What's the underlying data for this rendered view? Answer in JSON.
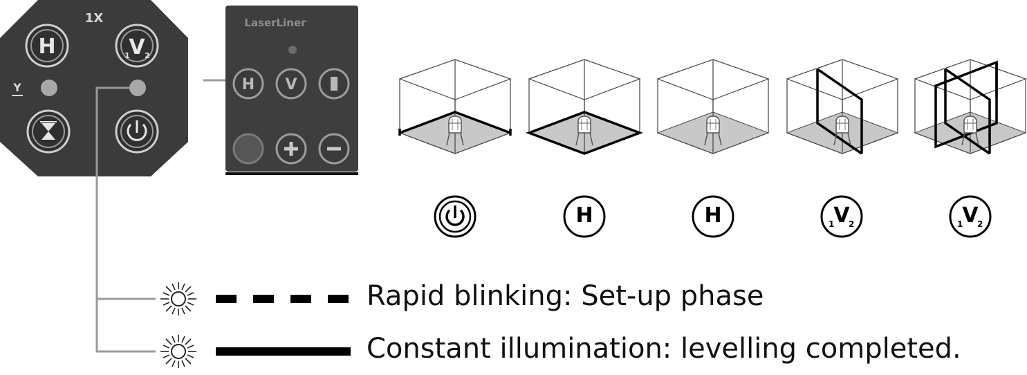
{
  "control_panel": {
    "top_label": "1X",
    "side_label": "Y",
    "buttons": [
      "H",
      "V",
      "1",
      "2"
    ]
  },
  "remote": {
    "brand": "LaserLiner"
  },
  "modes": [
    {
      "icon": "power-icon",
      "symbol": ""
    },
    {
      "icon": "h-button-icon",
      "symbol": "H"
    },
    {
      "icon": "h-button-icon",
      "symbol": "H"
    },
    {
      "icon": "v-button-icon",
      "symbol": "V",
      "sub_left": "1",
      "sub_right": "2"
    },
    {
      "icon": "v-button-icon",
      "symbol": "V",
      "sub_left": "1",
      "sub_right": "2"
    }
  ],
  "legend": [
    {
      "line_style": "dashed",
      "text": "Rapid blinking: Set-up phase"
    },
    {
      "line_style": "solid",
      "text": "Constant illumination: levelling completed."
    }
  ]
}
